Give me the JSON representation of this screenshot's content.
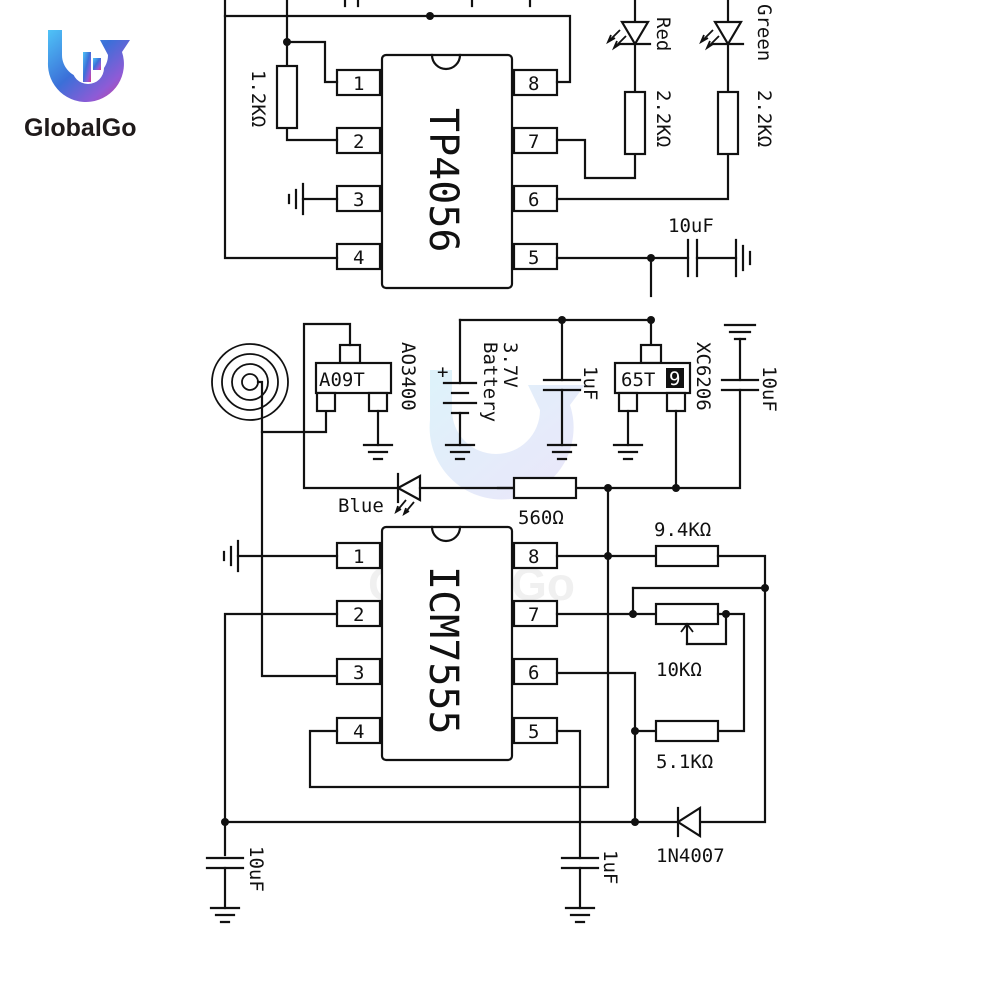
{
  "brand": {
    "name": "GlobalGo",
    "watermark_text": "GlobalGo",
    "colors": [
      "#4fc3f7",
      "#3b6fd8",
      "#8e5bd6",
      "#d63b8e"
    ]
  },
  "chips": {
    "tp4056": {
      "name": "TP4056",
      "pins_left": [
        "1",
        "2",
        "3",
        "4"
      ],
      "pins_right": [
        "8",
        "7",
        "6",
        "5"
      ]
    },
    "icm7555": {
      "name": "ICM7555",
      "pins_left": [
        "1",
        "2",
        "3",
        "4"
      ],
      "pins_right": [
        "8",
        "7",
        "6",
        "5"
      ]
    }
  },
  "components": {
    "r_prog": "1.2KΩ",
    "r_red": "2.2KΩ",
    "r_green": "2.2KΩ",
    "led_red": "Red",
    "led_green": "Green",
    "cap_tp4056": "10uF",
    "mosfet_marking": "A09T",
    "mosfet_name": "AO3400",
    "battery": [
      "3.7V",
      "Battery"
    ],
    "cap_battery": "1uF",
    "ldo_marking": "65T",
    "ldo_badge": "9",
    "ldo_name": "XC6206",
    "cap_ldo": "10uF",
    "led_blue": "Blue",
    "r_blue": "560Ω",
    "r_timing1": "9.4KΩ",
    "pot": "10KΩ",
    "r_timing2": "5.1KΩ",
    "diode": "1N4007",
    "cap_timer_left": "10uF",
    "cap_timer_right": "1uF"
  }
}
